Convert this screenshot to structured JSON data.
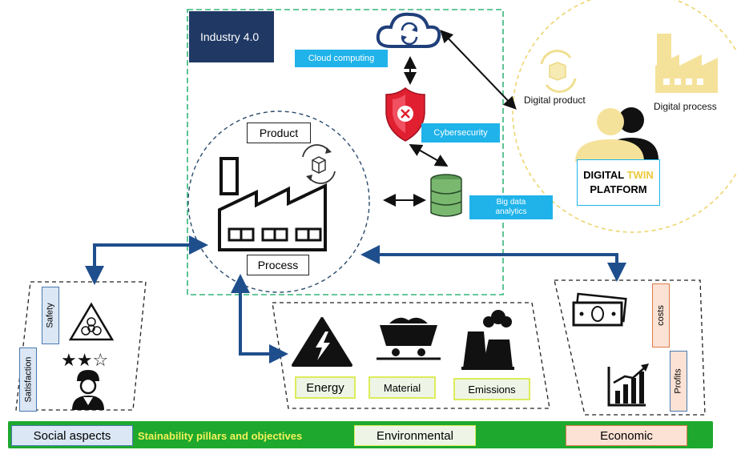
{
  "industry": {
    "title": "Industry 4.0"
  },
  "technologies": {
    "cloud": "Cloud computing",
    "cyber": "Cybersecurity",
    "bigdata_line1": "Big data",
    "bigdata_line2": "analytics"
  },
  "factory": {
    "product": "Product",
    "process": "Process"
  },
  "digital_twin": {
    "product": "Digital product",
    "process": "Digital process",
    "platform_word1": "DIGITAL",
    "platform_word2": "TWIN",
    "platform_word3": "PLATFORM"
  },
  "social": {
    "safety": "Safety",
    "satisfaction": "Satisfaction",
    "stars": "★★☆"
  },
  "environmental": {
    "energy": "Energy",
    "material": "Material",
    "emissions": "Emissions"
  },
  "economic": {
    "costs": "costs",
    "profits": "Profits"
  },
  "bottom_bar": {
    "social": "Social aspects",
    "title": "Stainability pillars and objectives",
    "environmental": "Environmental",
    "economic": "Economic"
  },
  "colors": {
    "navy": "#1f3864",
    "cyan": "#1fb3ea",
    "green_dash": "#35b57a",
    "bar_green": "#1ea82e",
    "yellow": "#ecd56e",
    "teal_dash": "#2a5a7a"
  }
}
